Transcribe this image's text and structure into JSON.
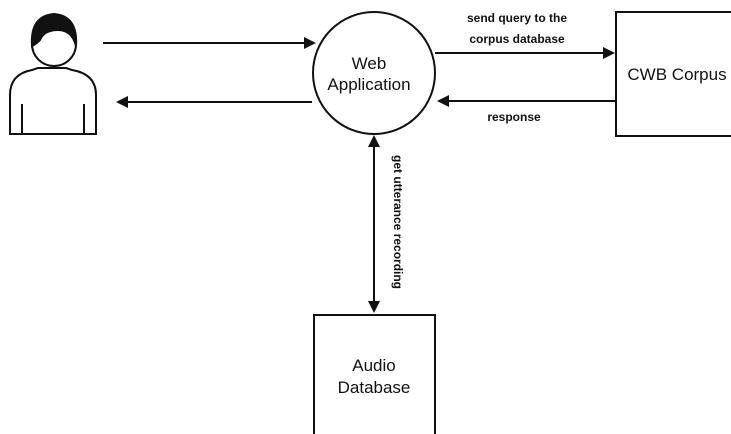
{
  "nodes": {
    "user": {
      "icon": "user-icon"
    },
    "web_app": {
      "line1": "Web",
      "line2": "Application"
    },
    "cwb_corpus": {
      "label": "CWB Corpus"
    },
    "audio_db": {
      "line1": "Audio",
      "line2": "Database"
    }
  },
  "edges": {
    "query": {
      "line1": "send query to the",
      "line2": "corpus database"
    },
    "response": {
      "label": "response"
    },
    "utterance": {
      "label": "get utterance recording"
    }
  },
  "colors": {
    "stroke": "#111111",
    "hair": "#111111",
    "background": "#ffffff"
  }
}
